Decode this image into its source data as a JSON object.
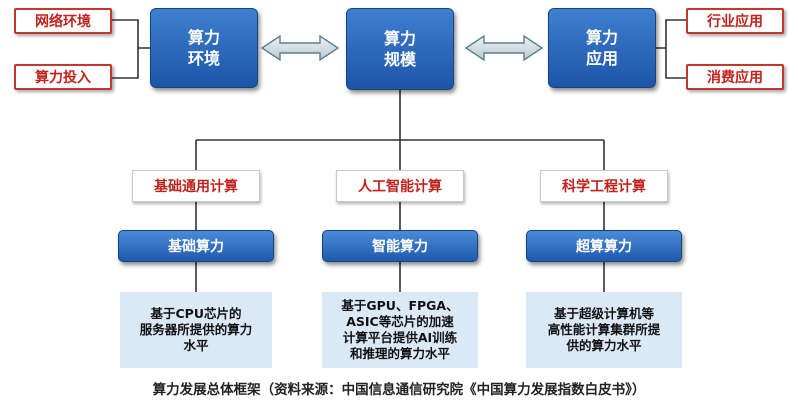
{
  "left_inputs": [
    "网络环境",
    "算力投入"
  ],
  "right_outputs": [
    "行业应用",
    "消费应用"
  ],
  "core": {
    "environment": [
      "算力",
      "环境"
    ],
    "scale": [
      "算力",
      "规模"
    ],
    "application": [
      "算力",
      "应用"
    ]
  },
  "categories": [
    {
      "title": "基础通用计算",
      "power": "基础算力",
      "description": [
        "基于CPU芯片的",
        "服务器所提供的算力",
        "水平"
      ]
    },
    {
      "title": "人工智能计算",
      "power": "智能算力",
      "description": [
        "基于GPU、FPGA、",
        "ASIC等芯片的加速",
        "计算平台提供AI训练",
        "和推理的算力水平"
      ]
    },
    {
      "title": "科学工程计算",
      "power": "超算算力",
      "description": [
        "基于超级计算机等",
        "高性能计算集群所提",
        "供的算力水平"
      ]
    }
  ],
  "caption": "算力发展总体框架（资料来源：中国信息通信研究院《中国算力发展指数白皮书》）",
  "colors": {
    "accent_red": "#c0221c",
    "accent_blue": "#1d55a8",
    "desc_bg": "#dbe8f6"
  }
}
